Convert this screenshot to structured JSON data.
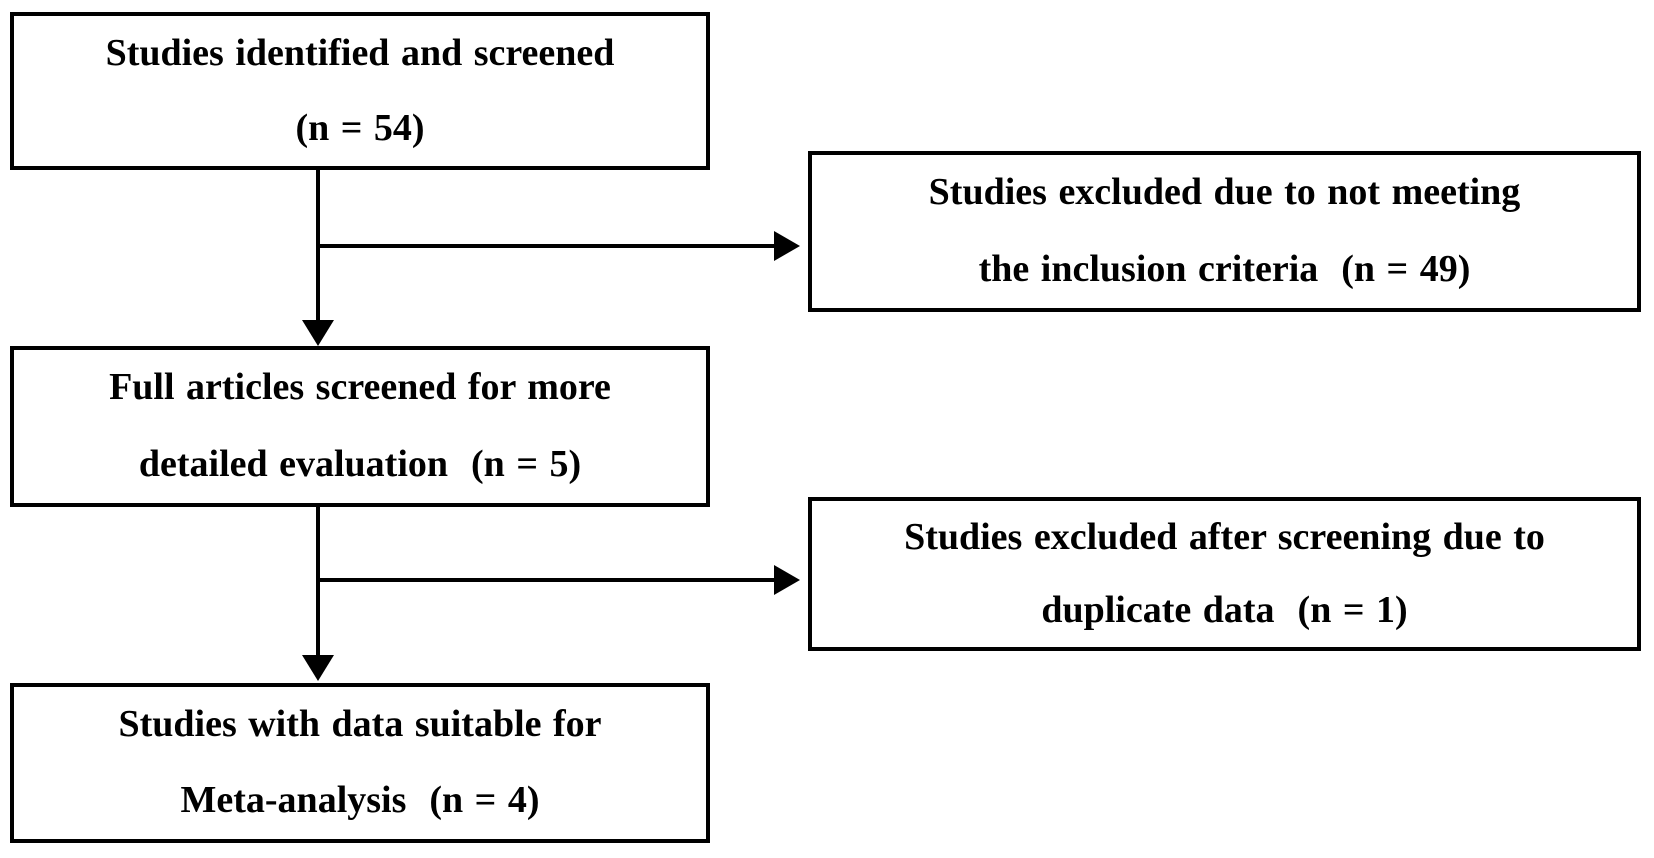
{
  "figure": {
    "background_color": "#ffffff",
    "line_color": "#000000",
    "text_color": "#000000"
  },
  "diagram": {
    "type": "flowchart",
    "description": "Study selection flow for meta-analysis",
    "nodes": [
      {
        "id": "identified",
        "column": "main",
        "line1": "Studies identified and screened",
        "line2": "(n = 54)",
        "n": 54
      },
      {
        "id": "excluded-criteria",
        "column": "side",
        "line1": "Studies excluded due to not meeting",
        "line2": "the inclusion criteria  (n = 49)",
        "n": 49
      },
      {
        "id": "full-articles",
        "column": "main",
        "line1": "Full articles screened for more",
        "line2": "detailed evaluation  (n = 5)",
        "n": 5
      },
      {
        "id": "excluded-duplicate",
        "column": "side",
        "line1": "Studies excluded after screening due to",
        "line2": "duplicate data  (n = 1)",
        "n": 1
      },
      {
        "id": "meta-analysis",
        "column": "main",
        "line1": "Studies with data suitable for",
        "line2": "Meta-analysis  (n = 4)",
        "n": 4
      }
    ],
    "edges": [
      {
        "from": "identified",
        "to": "full-articles",
        "direction": "down"
      },
      {
        "from": "identified",
        "to": "excluded-criteria",
        "direction": "right"
      },
      {
        "from": "full-articles",
        "to": "meta-analysis",
        "direction": "down"
      },
      {
        "from": "full-articles",
        "to": "excluded-duplicate",
        "direction": "right"
      }
    ]
  }
}
